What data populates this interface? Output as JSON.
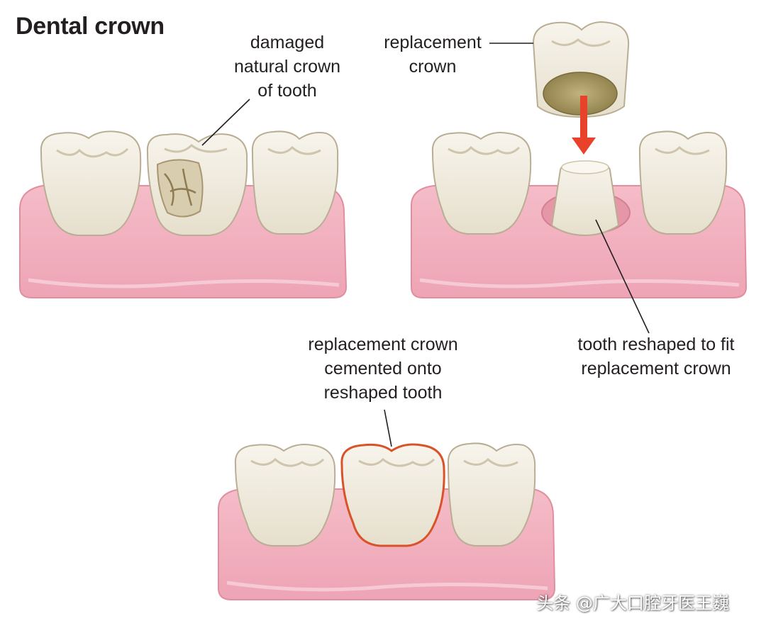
{
  "title": "Dental crown",
  "labels": {
    "damaged": [
      "damaged",
      "natural crown",
      "of tooth"
    ],
    "replacement": [
      "replacement",
      "crown"
    ],
    "reshaped": [
      "tooth reshaped to fit",
      "replacement crown"
    ],
    "cemented": [
      "replacement crown",
      "cemented onto",
      "reshaped tooth"
    ]
  },
  "watermark": "头条 @广大口腔牙医王巍",
  "colors": {
    "gum": "#f2b3c0",
    "gum_dark": "#e08ea0",
    "tooth": "#f3eee2",
    "tooth_shadow": "#ddd4bf",
    "crown_outline": "#d9532a",
    "arrow": "#e8432a",
    "line": "#231f20"
  }
}
